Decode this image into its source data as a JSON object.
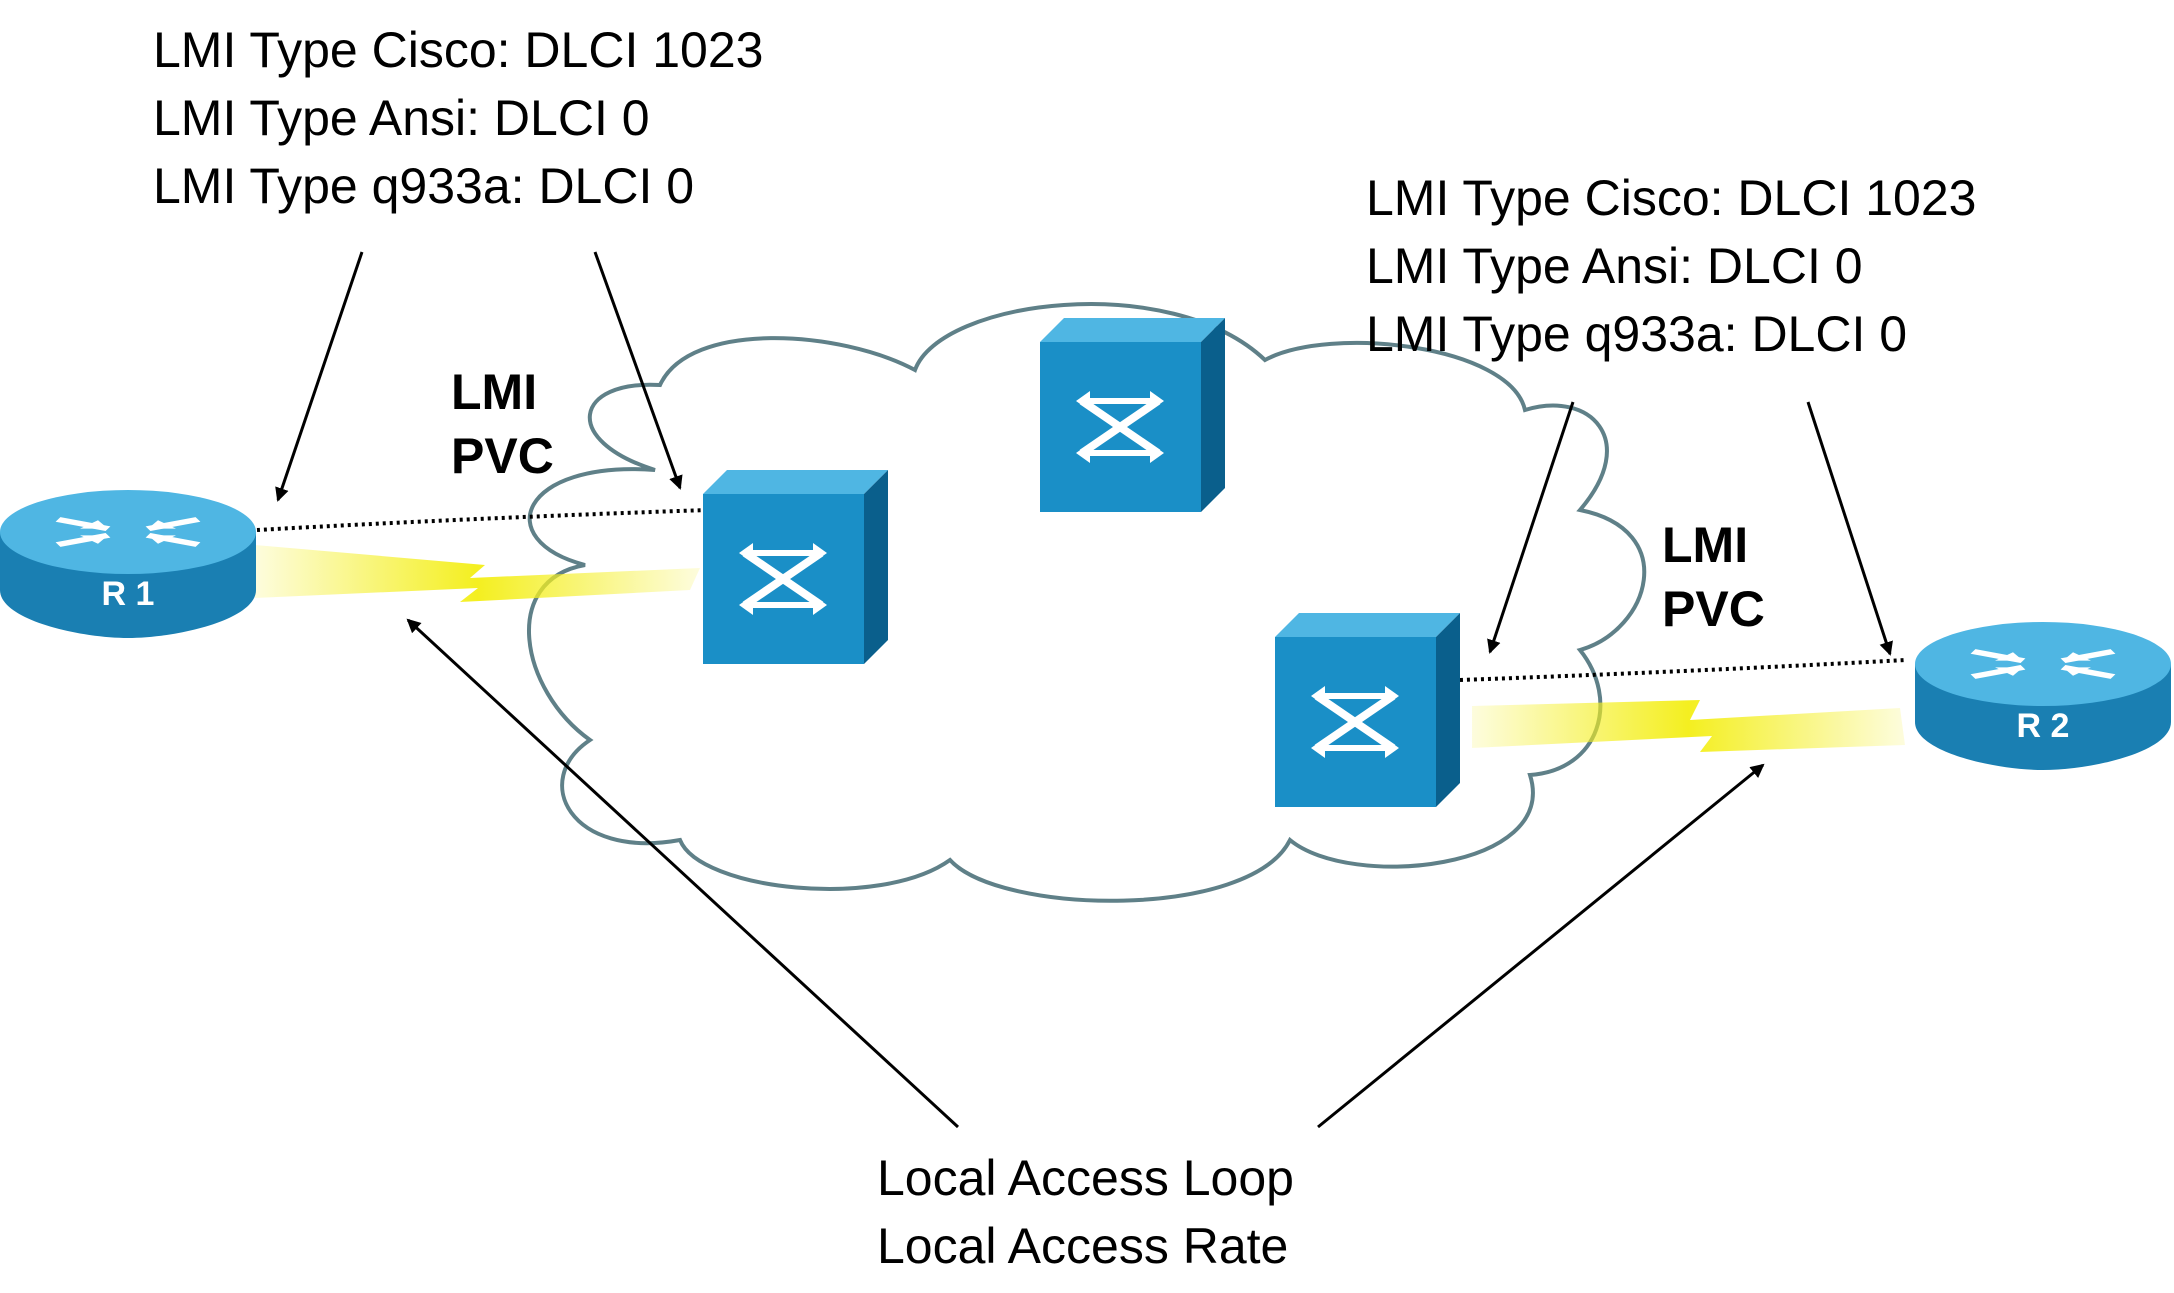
{
  "left_lmi_label": {
    "lines": [
      "LMI Type Cisco: DLCI 1023",
      "LMI Type Ansi: DLCI 0",
      "LMI Type q933a: DLCI 0"
    ]
  },
  "right_lmi_label": {
    "lines": [
      "LMI Type Cisco: DLCI 1023",
      "LMI Type Ansi: DLCI 0",
      "LMI Type q933a: DLCI 0"
    ]
  },
  "left_pvc_label": {
    "lines": [
      "LMI",
      "PVC"
    ]
  },
  "right_pvc_label": {
    "lines": [
      "LMI",
      "PVC"
    ]
  },
  "access_label": {
    "lines": [
      "Local Access Loop",
      "Local Access Rate"
    ]
  },
  "routers": [
    {
      "name": "R 1"
    },
    {
      "name": "R 2"
    }
  ],
  "switches": [
    "frame-relay-switch",
    "frame-relay-switch",
    "frame-relay-switch"
  ],
  "colors": {
    "device_blue": "#1a8fc7",
    "device_top": "#4fb6e3",
    "device_side": "#0a5f8c",
    "cloud_stroke": "#5f8088",
    "link_yellow": "#f4ef20",
    "lmi_dots": "#000000"
  }
}
